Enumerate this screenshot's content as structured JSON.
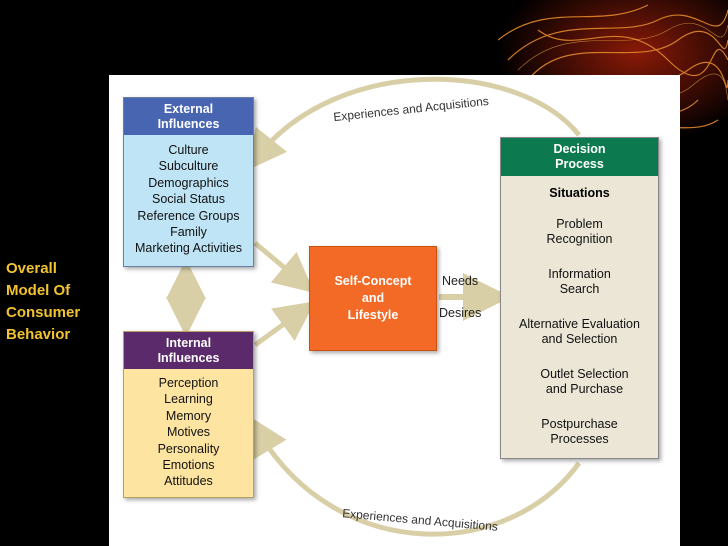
{
  "slide": {
    "title_lines": [
      "Overall",
      "Model Of",
      "Consumer",
      "Behavior"
    ]
  },
  "external": {
    "title_lines": [
      "External",
      "Influences"
    ],
    "items": [
      "Culture",
      "Subculture",
      "Demographics",
      "Social Status",
      "Reference Groups",
      "Family",
      "Marketing Activities"
    ]
  },
  "internal": {
    "title_lines": [
      "Internal",
      "Influences"
    ],
    "items": [
      "Perception",
      "Learning",
      "Memory",
      "Motives",
      "Personality",
      "Emotions",
      "Attitudes"
    ]
  },
  "self_concept": {
    "lines": [
      "Self-Concept",
      "and",
      "Lifestyle"
    ]
  },
  "needs_label": "Needs",
  "desires_label": "Desires",
  "decision": {
    "title_lines": [
      "Decision",
      "Process"
    ],
    "situations": "Situations",
    "steps": [
      [
        "Problem",
        "Recognition"
      ],
      [
        "Information",
        "Search"
      ],
      [
        "Alternative Evaluation",
        "and Selection"
      ],
      [
        "Outlet Selection",
        "and Purchase"
      ],
      [
        "Postpurchase",
        "Processes"
      ]
    ]
  },
  "top_curve_label": "Experiences and Acquisitions",
  "bottom_curve_label": "Experiences and Acquisitions",
  "colors": {
    "external_header": "#4765b0",
    "external_body": "#bfe4f5",
    "internal_header": "#5a2a6b",
    "internal_body": "#fde4a0",
    "self_concept": "#f26a25",
    "decision_header": "#0c7a4e",
    "decision_body": "#ebe6d5",
    "title_text": "#f2c230",
    "arrow": "#d9cfa6"
  }
}
